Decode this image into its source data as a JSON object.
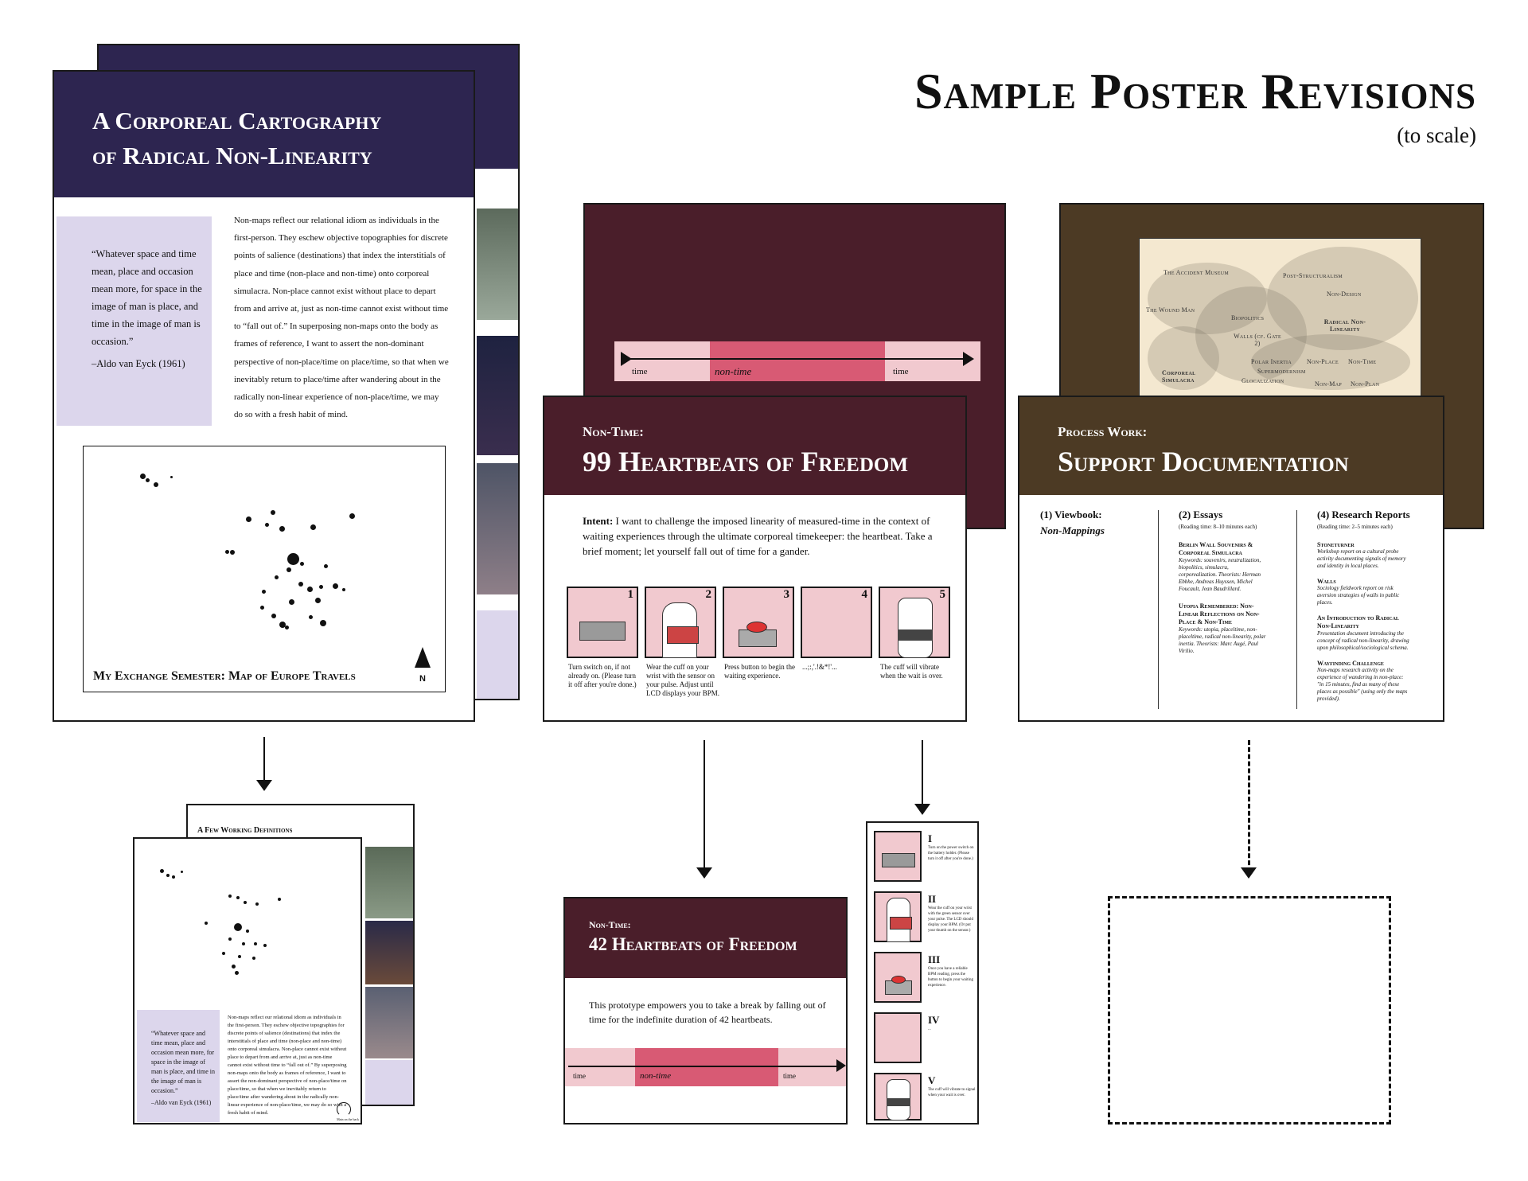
{
  "title": {
    "main": "Sample Poster Revisions",
    "sub": "(to scale)"
  },
  "poster1": {
    "title_line1": "A Corporeal Cartography",
    "title_line2": "of Radical Non-Linearity",
    "quote": "“Whatever space and time mean, place and occasion mean more, for space in the image of man is place, and time in the image of man is occasion.”",
    "quote_author": "–Aldo van Eyck (1961)",
    "body": "Non-maps reflect our relational idiom as individuals in the first-person. They eschew objective topographies for discrete points of salience (destinations) that index the interstitials of place and time (non-place and non-time) onto corporeal simulacra. Non-place cannot exist without place to depart from and arrive at, just as non-time cannot exist without time to “fall out of.” In superposing non-maps onto the body as frames of reference, I want to assert the non-dominant perspective of non-place/time on place/time, so that when we inevitably return to place/time after wandering about in the radically non-linear experience of non-place/time, we may do so with a fresh habit of mind.",
    "map_caption": "My Exchange Semester: Map of Europe Travels",
    "north": "N"
  },
  "poster2": {
    "kicker": "Non-Time:",
    "title": "99 Heartbeats of Freedom",
    "intent_label": "Intent:",
    "intent": "I want to challenge the imposed linearity of measured-time in the context of waiting experiences through the ultimate corporeal timekeeper: the heartbeat. Take a brief moment; let yourself fall out of time for a gander.",
    "timeline": {
      "left": "time",
      "mid": "non-time",
      "right": "time"
    },
    "panels": [
      {
        "num": "1",
        "caption": "Turn switch on, if not already on. (Please turn it off after you're done.)"
      },
      {
        "num": "2",
        "caption": "Wear the cuff on your wrist with the sensor on your pulse. Adjust until LCD displays your BPM."
      },
      {
        "num": "3",
        "caption": "Press button to begin the waiting experience."
      },
      {
        "num": "4",
        "caption": "...;:,'.!&*!'..."
      },
      {
        "num": "5",
        "caption": "The cuff will vibrate when the wait is over."
      }
    ]
  },
  "poster3": {
    "kicker": "Process Work:",
    "title": "Support Documentation",
    "cloud": [
      "The Accident Museum",
      "Post-Structuralism",
      "Non-Design",
      "The Wound Man",
      "Biopolitics",
      "Radical Non-Linearity",
      "Walls (cf. Gate 2)",
      "Polar Inertia",
      "Non-Place",
      "Non-Time",
      "Supermodernism",
      "Corporeal Simulacra",
      "Glocalization",
      "Non-Map",
      "Non-Plan"
    ],
    "col1": {
      "head": "(1) Viewbook:",
      "sub": "Non-Mappings"
    },
    "col2": {
      "head": "(2) Essays",
      "note": "(Reading time: 8–10 minutes each)",
      "items": [
        {
          "t": "Berlin Wall Souvenirs & Corporeal Simulacra",
          "d": "Keywords: souvenirs, neutralization, biopolitics, simulacra, corporealization. Theorists: Herman Ebbhe, Andreas Huyssen, Michel Foucault, Jean Baudrillard."
        },
        {
          "t": "Utopia Remembered: Non-Linear Reflections on Non-Place & Non-Time",
          "d": "Keywords: utopia, placeltime, non-placeltime, radical non-linearity, polar inertia. Theorists: Marc Augé, Paul Virilio."
        }
      ]
    },
    "col3": {
      "head": "(4) Research Reports",
      "note": "(Reading time: 2–5 minutes each)",
      "items": [
        {
          "t": "Stoneturner",
          "d": "Workshop report on a cultural probe activity documenting signals of memory and identity in local places."
        },
        {
          "t": "Walls",
          "d": "Sociology fieldwork report on risk aversion strategies of walls in public places."
        },
        {
          "t": "An Introduction to Radical Non-Linearity",
          "d": "Presentation document introducing the concept of radical non-linearity, drawing upon philosophical/sociological schema."
        },
        {
          "t": "Wayfinding Challenge",
          "d": "Non-maps research activity on the experience of wandering in non-place: \"in 15 minutes, find as many of these places as possible\" (using only the maps provided)."
        }
      ]
    }
  },
  "rev1": {
    "back_title": "A Few Working Definitions",
    "quote": "“Whatever space and time mean, place and occasion mean more, for space in the image of man is place, and time in the image of man is occasion.”",
    "quote_author": "–Aldo van Eyck (1961)",
    "body": "Non-maps reflect our relational idiom as individuals in the first-person. They eschew objective topographies for discrete points of salience (destinations) that index the interstitials of place and time (non-place and non-time) onto corporeal simulacra. Non-place cannot exist without place to depart from and arrive at, just as non-time cannot exist without time to “fall out of.” By superposing non-maps onto the body as frames of reference, I want to assert the non-dominant perspective of non-place/time on place/time, so that when we inevitably return to place/time after wandering about in the radically non-linear experience of non-place/time, we may do so with a fresh habit of mind.",
    "back_note": "Main on the back"
  },
  "rev2": {
    "kicker": "Non-Time:",
    "title": "42 Heartbeats of Freedom",
    "body": "This prototype empowers you to take a break by falling out of time for the indefinite duration of 42 heartbeats.",
    "timeline": {
      "left": "time",
      "mid": "non-time",
      "right": "time"
    }
  },
  "rev3": {
    "steps": [
      {
        "num": "I",
        "text": "Turn on the power switch on the battery holder. (Please turn it off after you're done.)"
      },
      {
        "num": "II",
        "text": "Wear the cuff on your wrist with the green sensor over your pulse. The LCD should display your BPM. (Or put your thumb on the sensor.)"
      },
      {
        "num": "III",
        "text": "Once you have a reliable BPM reading, press the button to begin your waiting experience."
      },
      {
        "num": "IV",
        "text": "..."
      },
      {
        "num": "V",
        "text": "The cuff will vibrate to signal when your wait is over."
      }
    ]
  },
  "colors": {
    "purple": "#2d2550",
    "maroon": "#4a1e2a",
    "brown": "#4c3a24",
    "lavender": "#dcd6ec",
    "pink": "#f1c9cf",
    "rose": "#d85a74"
  }
}
